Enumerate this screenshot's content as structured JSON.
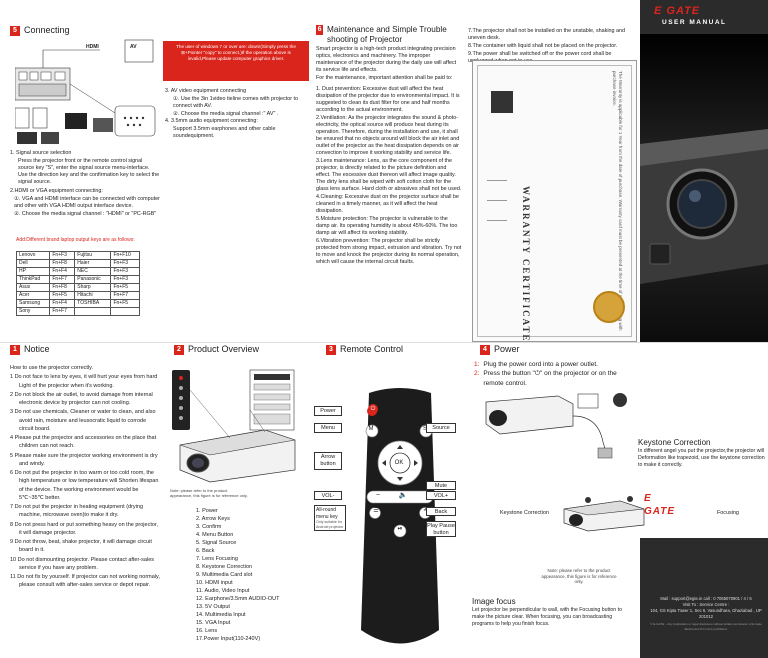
{
  "sec5": {
    "num": "5",
    "title": "Connecting",
    "port_hdmi": "HDMI",
    "port_av": "AV",
    "notice_box": "The user of windows 7 or over are: down!(Simply press the ⊞+Pointer \"copy\" to connect.)If the operation above is invalid,Please update computer graphics driver.",
    "item1_title": "1. Signal source selection",
    "item1_body": "Press the projector front or the remote control signal source key \"S\", enter the signal source menu-interface. Use the direction key and the confirmation key to select the signal source.",
    "item2_title": "2.HDMI or VGA equipment connecting:",
    "item2_a": "①. VGA and HDMI interface can be connected with computer and other with VGA HDMI output interface device.",
    "item2_b": "②. Choose the media signal channel : \"HDMI\" or \"PC-RGB\"",
    "item3_title": "3. AV video equipment connecting",
    "item3_a": "①. Use the 3in 1video tieline comes with projector to connect with AV.",
    "item3_b": "②. Choose the media signal channel :\" AV\" .",
    "item4_title": "4. 3.5mm audio equipment connecting:",
    "item4_body": "Support 3.5mm earphones and other cable soundequipment.",
    "brand_title": "Add:Different brand laptop output keys are as follows:",
    "brands": [
      [
        "Lenovo",
        "Fn+F3",
        "Fujitsu",
        "Fn+F10"
      ],
      [
        "Dell",
        "Fn+F8",
        "Haier",
        "Fn+F3"
      ],
      [
        "HP",
        "Fn+F4",
        "NEC",
        "Fn+F3"
      ],
      [
        "ThinkPad",
        "Fn+F7",
        "Panasonic",
        "Fn+F3"
      ],
      [
        "Asus",
        "Fn+F8",
        "Sharp",
        "Fn+F5"
      ],
      [
        "Acer",
        "Fn+F5",
        "Hitachi",
        "Fn+F7"
      ],
      [
        "Samsung",
        "Fn+F4",
        "TOSHIBA",
        "Fn+F5"
      ],
      [
        "Sony",
        "Fn+F7",
        "",
        ""
      ]
    ]
  },
  "sec6": {
    "num": "6",
    "title": "Maintenance and Simple Trouble shooting of Projector",
    "intro": "Smart projector is a high-tech product integrating precision optics, electronics and machinery. The improper maintenance of the projector during the daily use will affect its service life and effects.",
    "intro2": "For the maintenance, important attention shall be paid to:",
    "items": [
      "1. Dust prevention: Excessive dust will affect the heat dissipation of the projector due to environmental impact. It is suggested to clean its dust filter for one and half months according to the actual environment.",
      "2.Ventilation: As the projector integrates the sound & photo-electricity, the optical source will produce heat during its operation. Therefore, during the installation and use, it shall be ensured that no objects around will block the air inlet and outlet of the projector as the heat dissipation depends on air convection to improve it working stability and service life.",
      "3.Lens maintenance: Lens, as the core component of the projector, is directly related to the picture definition and effect. The excessive dust thereon will affect image quality. The dirty lens shall be wiped with soft cotton cloth for the glass lens surface. Hard cloth or abrasives shall not be used.",
      "4.Cleaning: Excessive dust on the projector surface shall be cleaned in a timely manner, as it will affect the heat dissipation.",
      "5.Moisture protection: The projector is vulnerable to the damp air. Its operating humidity is about 45%-60%. The too damp air will affect its working stability.",
      "6.Vibration prevention: The projector shall be strictly protected from strong impact, extrusion and vibration. Try not to move and knock the projector during its normal operation, which will cause the internal circuit faults."
    ],
    "items_right": [
      "7.The projector shall not be installed on the unstable, shaking and uneven desk.",
      "8.The container with liquid shall not be placed on the projector.",
      "9.The power shall be switched off or the power cord shall be unplugged when not in use."
    ]
  },
  "header": {
    "brand": "E GATE",
    "manual": "USER MANUAL"
  },
  "warranty": {
    "title": "WARRANTY CERTIFICATE",
    "vertical_text": "The Warranty is applicable for 1 Year from the date of purchase. Warranty card must be presented at the time of service along with purchase invoice."
  },
  "sec1": {
    "num": "1",
    "title": "Notice",
    "intro": "How to use the projector correctly.",
    "items": [
      "1  Do not face to lens by eyes, it will hurt your eyes from hard Light of the projector when it's working.",
      "2  Do not block the air outlet, to avoid damage from internal electronic device by projector can not cooling.",
      "3  Do not use chemicals, Cleaner or water to clean, and also avoid rain, moisture and leusocratic liquid to corrode circuit board.",
      "4  Please put the projector and accessories on the place that children can not reach.",
      "5  Please make sure the projector working environment is dry and windy.",
      "6  Do not put the projector in too warm or too cold room, the high temperature or low temperature will Shorten lifespan of the device. The working environment would be 5℃~35℃ better.",
      "7  Do not put the projector in heating equipment (drying machine, microwave oven)to make it dry.",
      "8  Do not press hard or put something heavy on the projector, it will damage projector.",
      "9  Do not throw, beat, shake projector, it will damage circuit board in it.",
      "10 Do not dismounting projector. Please contact after-sales service if you have any problem.",
      "11 Do not fix by yourself. If projector can not working normaly, please consult with after-sales service or depot repair."
    ]
  },
  "sec2": {
    "num": "2",
    "title": "Product Overview",
    "note": "Note: please refer to the product appearance, this figure is for reference only.",
    "parts": [
      "1. Power",
      "2. Arrow Keys",
      "3. Confirm",
      "4. Menu Button",
      "5. Signal Source",
      "6. Back",
      "7. Lens Focusing",
      "8. Keystone Correction",
      "9. Multimedia Card slot",
      "10. HDMI input",
      "11. Audio, Video Input",
      "12. Earphone/3.5mm AUDIO-OUT",
      "13. 5V Output",
      "14. Multimedia Input",
      "15. VGA Input",
      "16. Lens",
      "17.Power Input(110-240V)"
    ]
  },
  "sec3": {
    "num": "3",
    "title": "Remote Control",
    "labels": {
      "power": "Power",
      "menu": "Menu",
      "arrow": "Arrow button",
      "source": "Source",
      "mute": "Mute",
      "vol_minus": "VOL-",
      "vol_plus": "VOL+",
      "allround": "All-round menu key",
      "allround_note": "Only suitable for Android projector",
      "back": "Back",
      "play": "Play Pause button",
      "ok": "OK",
      "m": "M",
      "s": "S"
    }
  },
  "sec4": {
    "num": "4",
    "title": "Power",
    "step1_num": "1:",
    "step1": "Plug the power cord into a power outlet.",
    "step2_num": "2:",
    "step2": "Press the button \"⏻\" on the projector or on the remote control.",
    "keystone_title": "Keystone Correction",
    "keystone_body": "In different angel you put the projector,the projector will Deformation like trapezoid, use the keystone correction to make it correctly.",
    "keystone_label": "Keystone Correction",
    "focusing_label": "Focusing",
    "ks_note": "Note: please refer to the product appearance, this figure is for reference only.",
    "image_title": "Image focus",
    "image_body": "Let projector be perpendicular to wall, with the Focusing button to make the picture clear. When focusing, you can broadcasting programs to help you finish focus."
  },
  "footer": {
    "brand": "E GATE",
    "mail": "Mail : support@egte.in   call : 0 7065070901 / 4 / 6",
    "visit": "Visit To : Service Centre :",
    "address": "104, GS Kipta Tower 1, Sec 6, Vasundhara, Ghaziabad , UP 201012",
    "copyright": "© E-GATE – Any duplication or legal disclosure without written permission of E-Gate Electronics Pvt Ltd is prohibited."
  },
  "colors": {
    "accent": "#d9251c",
    "dark": "#1c1c1c"
  }
}
